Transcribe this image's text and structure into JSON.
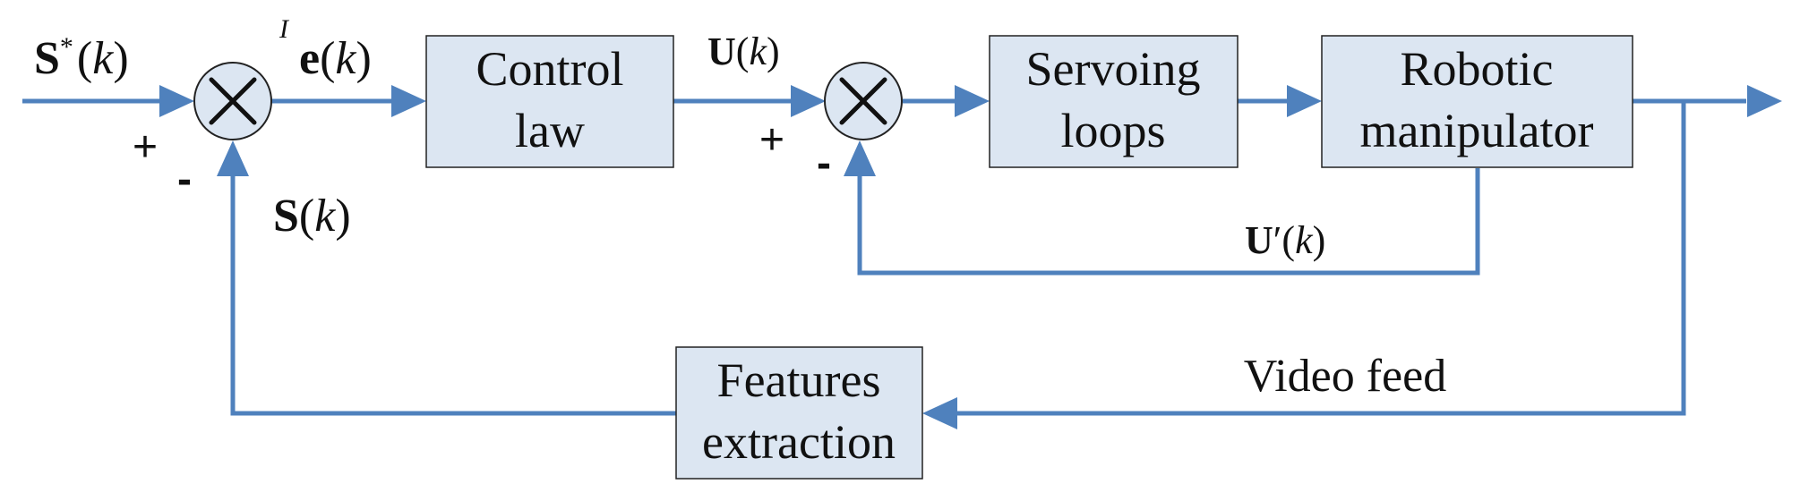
{
  "blocks": {
    "control_law": {
      "line1": "Control",
      "line2": "law"
    },
    "servoing_loops": {
      "line1": "Servoing",
      "line2": "loops"
    },
    "robotic_manipulator": {
      "line1": "Robotic",
      "line2": "manipulator"
    },
    "features_extraction": {
      "line1": "Features",
      "line2": "extraction"
    }
  },
  "signals": {
    "reference": {
      "symbol": "S",
      "superscript": "*",
      "open": "(",
      "arg": "k",
      "close": ")"
    },
    "error": {
      "prefix": "I",
      "symbol": "e",
      "open": "(",
      "arg": "k",
      "close": ")"
    },
    "feedback_features": {
      "symbol": "S",
      "open": "(",
      "arg": "k",
      "close": ")"
    },
    "control": {
      "symbol": "U",
      "open": "(",
      "arg": "k",
      "close": ")"
    },
    "inner_feedback": {
      "symbol": "U",
      "prime": "′",
      "open": "(",
      "arg": "k",
      "close": ")"
    },
    "video": {
      "label": "Video feed"
    }
  },
  "signs": {
    "sum1_plus": "+",
    "sum1_minus": "-",
    "sum2_plus": "+",
    "sum2_minus": "-"
  },
  "colors": {
    "wire": "#4f81bd",
    "block_fill": "#dce6f2"
  }
}
